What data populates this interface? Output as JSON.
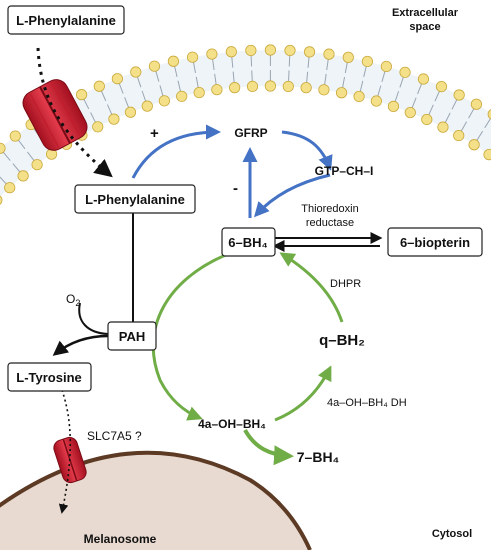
{
  "compartments": {
    "extracellular_line1": "Extracellular",
    "extracellular_line2": "space",
    "cytosol": "Cytosol",
    "melanosome": "Melanosome"
  },
  "molecules": {
    "phe_outside": "L-Phenylalanine",
    "phe_inside": "L-Phenylalanine",
    "tyrosine": "L-Tyrosine",
    "pah": "PAH",
    "bh4": "6–BH₄",
    "biopterin": "6–biopterin",
    "gfrp": "GFRP",
    "gtp": "GTP–CH–I",
    "qbh2": "q–BH₂",
    "ohbh4": "4a–OH–BH₄",
    "bh7": "7–BH₄"
  },
  "labels": {
    "o2": "O",
    "o2_sub": "2",
    "thioredoxin_line1": "Thioredoxin",
    "thioredoxin_line2": "reductase",
    "dhpr": "DHPR",
    "ohbh4_dh": "4a–OH–BH₄ DH",
    "slc7a5": "SLC7A5 ?",
    "plus": "+",
    "minus": "-"
  },
  "colors": {
    "blue_arrow": "#4472c4",
    "green_arrow": "#70ad47",
    "transporter": "#d7263d",
    "lipid_head": "#f5e08a",
    "melanosome_fill": "#e8dad0",
    "melanosome_edge": "#5c3a24"
  }
}
